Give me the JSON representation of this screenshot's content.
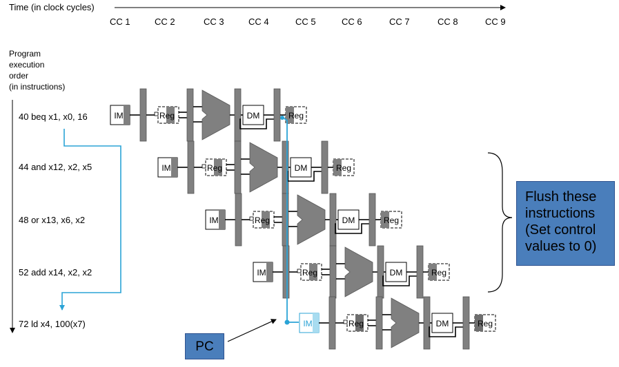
{
  "time_axis": {
    "label": "Time (in clock cycles)",
    "cycles": [
      "CC 1",
      "CC 2",
      "CC 3",
      "CC 4",
      "CC 5",
      "CC 6",
      "CC 7",
      "CC 8",
      "CC 9"
    ]
  },
  "program_order_label": [
    "Program",
    "execution",
    "order",
    "(in instructions)"
  ],
  "instructions": [
    {
      "text": "40 beq x1, x0, 16"
    },
    {
      "text": "44 and x12, x2, x5"
    },
    {
      "text": "48 or x13, x6, x2"
    },
    {
      "text": "52 add x14, x2, x2"
    },
    {
      "text": "72 ld x4, 100(x7)"
    }
  ],
  "stage_labels": {
    "im": "IM",
    "reg": "Reg",
    "dm": "DM"
  },
  "flush_note": "Flush these instructions (Set control values to 0)",
  "pc_label": "PC",
  "colors": {
    "highlight": "#2aa3d6",
    "callout": "#4a7ebb",
    "pipeline_register": "#808080"
  }
}
